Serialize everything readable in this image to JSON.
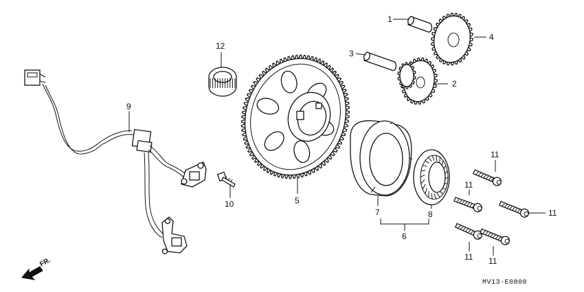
{
  "diagram": {
    "callouts": {
      "p1": "1",
      "p2": "2",
      "p3": "3",
      "p4": "4",
      "p5": "5",
      "p6": "6",
      "p7": "7",
      "p8": "8",
      "p9": "9",
      "p10": "10",
      "p11a": "11",
      "p11b": "11",
      "p11c": "11",
      "p11d": "11",
      "p11e": "11",
      "p12": "12"
    },
    "front_marker": "FR.",
    "reference_code": "MV13-E0800"
  }
}
